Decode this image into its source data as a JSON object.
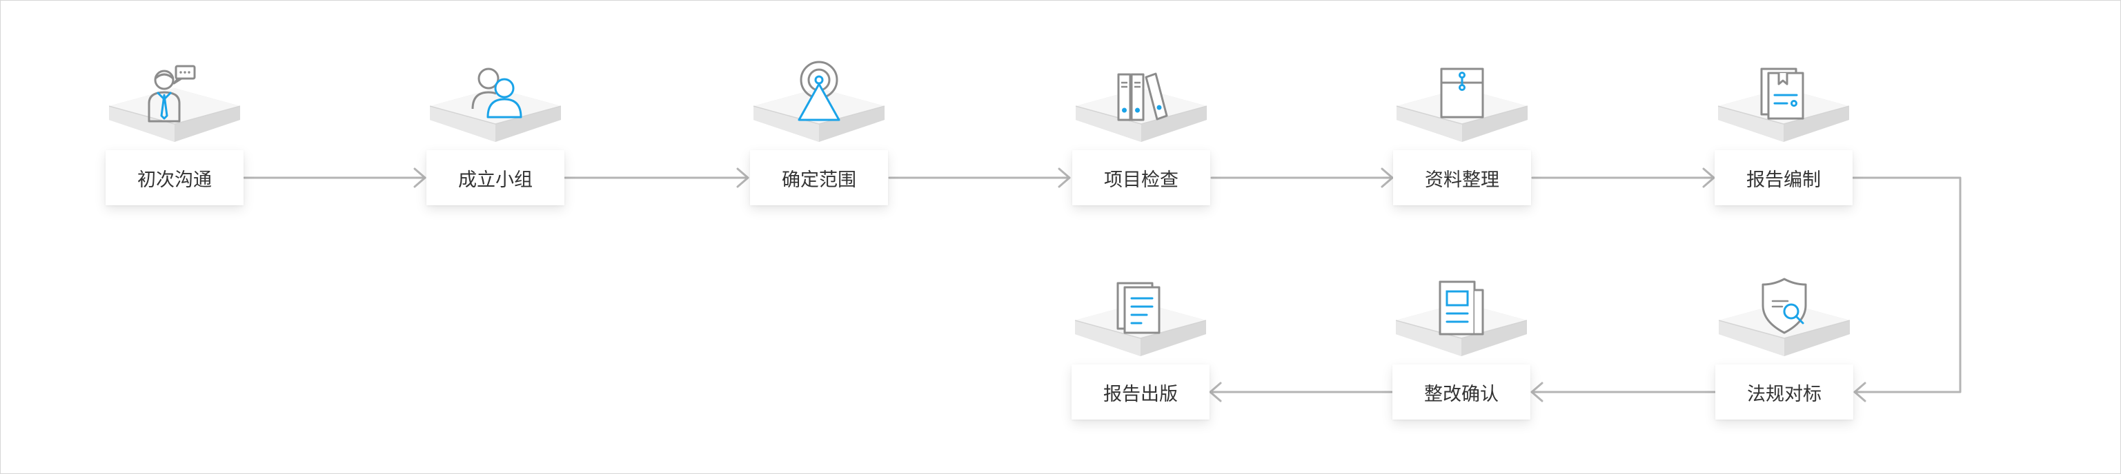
{
  "colors": {
    "accent": "#1aa3e8",
    "icon_gray": "#8c8c8c",
    "connector": "#b4b4b4",
    "label_text": "#333333"
  },
  "steps": [
    {
      "label": "初次沟通",
      "icon": "consultant-icon"
    },
    {
      "label": "成立小组",
      "icon": "team-icon"
    },
    {
      "label": "确定范围",
      "icon": "target-scope-icon"
    },
    {
      "label": "项目检查",
      "icon": "binders-icon"
    },
    {
      "label": "资料整理",
      "icon": "archive-envelope-icon"
    },
    {
      "label": "报告编制",
      "icon": "report-writing-icon"
    },
    {
      "label": "法规对标",
      "icon": "shield-search-icon"
    },
    {
      "label": "整改确认",
      "icon": "document-check-icon"
    },
    {
      "label": "报告出版",
      "icon": "report-publish-icon"
    }
  ]
}
